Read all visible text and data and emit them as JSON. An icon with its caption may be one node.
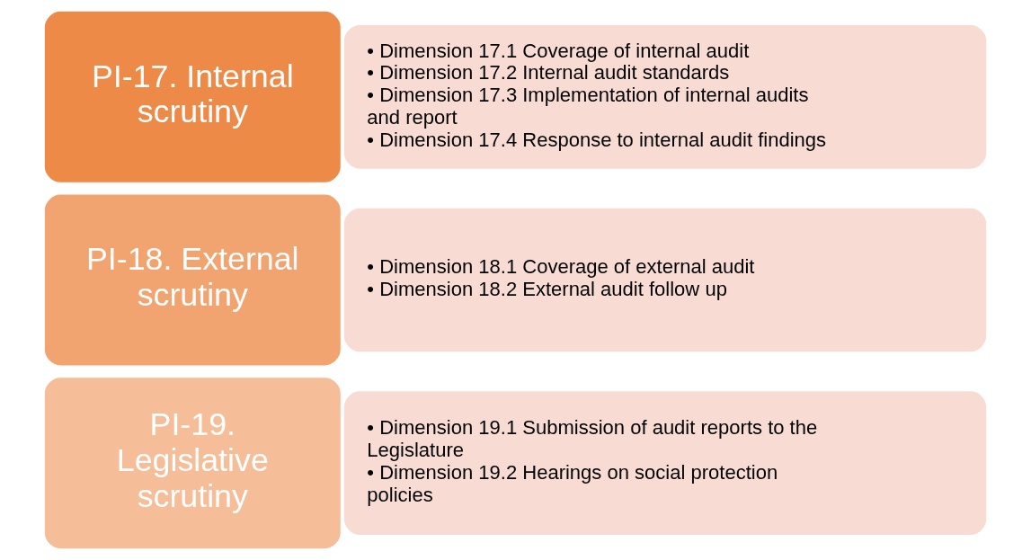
{
  "diagram": {
    "nodes": [
      {
        "text": [
          "PI-17. Internal scrutiny"
        ]
      },
      {
        "text": [
          "• Dimension 17.1 Coverage of internal audit",
          "• Dimension 17.2 Internal audit standards",
          "• Dimension 17.3 Implementation of internal audits and report",
          "• Dimension 17.4 Response to internal audit findings"
        ]
      },
      {
        "text": [
          "PI-18. External scrutiny"
        ]
      },
      {
        "text": [
          "• Dimension 18.1 Coverage of external audit",
          "• Dimension 18.2 External audit follow up"
        ]
      },
      {
        "text": [
          "PI-19. Legislative scrutiny"
        ]
      },
      {
        "text": [
          "• Dimension 19.1 Submission of audit reports to the Legislature",
          "• Dimension 19.2 Hearings on social protection policies"
        ]
      }
    ]
  }
}
